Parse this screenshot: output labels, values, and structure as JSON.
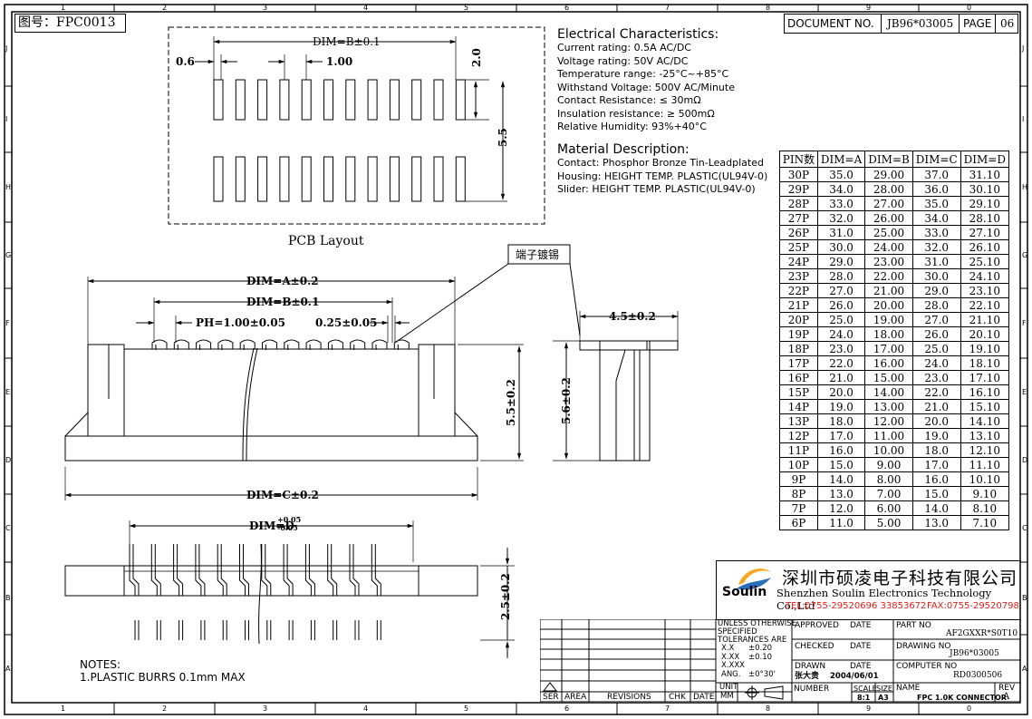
{
  "drawing_label": "图号：FPC0013",
  "document": {
    "label": "DOCUMENT NO.",
    "value": "JB96*03005",
    "page_label": "PAGE",
    "page_value": "06"
  },
  "border": {
    "cols": [
      "1",
      "2",
      "3",
      "4",
      "5",
      "6",
      "7",
      "8",
      "9",
      "0"
    ],
    "rows_left": [
      "J",
      "I",
      "H",
      "G",
      "F",
      "E",
      "D",
      "C",
      "B",
      "A"
    ]
  },
  "electrical": {
    "title": "Electrical Characteristics:",
    "lines": [
      "Current rating: 0.5A AC/DC",
      "Voltage rating: 50V  AC/DC",
      "Temperature range: -25°C~+85°C",
      "Withstand Voltage: 500V AC/Minute",
      "Contact Resistance: ≤ 30mΩ",
      "Insulation resistance: ≥ 500mΩ",
      "Relative Humidity: 93%+40°C"
    ]
  },
  "material": {
    "title": "Material Description:",
    "lines": [
      "Contact: Phosphor Bronze Tin-Leadplated",
      "Housing: HEIGHT TEMP. PLASTIC(UL94V-0)",
      "Slider: HEIGHT TEMP. PLASTIC(UL94V-0)"
    ]
  },
  "pin_table": {
    "headers": [
      "PIN数",
      "DIM=A",
      "DIM=B",
      "DIM=C",
      "DIM=D"
    ],
    "rows": [
      [
        "30P",
        "35.0",
        "29.00",
        "37.0",
        "31.10"
      ],
      [
        "29P",
        "34.0",
        "28.00",
        "36.0",
        "30.10"
      ],
      [
        "28P",
        "33.0",
        "27.00",
        "35.0",
        "29.10"
      ],
      [
        "27P",
        "32.0",
        "26.00",
        "34.0",
        "28.10"
      ],
      [
        "26P",
        "31.0",
        "25.00",
        "33.0",
        "27.10"
      ],
      [
        "25P",
        "30.0",
        "24.00",
        "32.0",
        "26.10"
      ],
      [
        "24P",
        "29.0",
        "23.00",
        "31.0",
        "25.10"
      ],
      [
        "23P",
        "28.0",
        "22.00",
        "30.0",
        "24.10"
      ],
      [
        "22P",
        "27.0",
        "21.00",
        "29.0",
        "23.10"
      ],
      [
        "21P",
        "26.0",
        "20.00",
        "28.0",
        "22.10"
      ],
      [
        "20P",
        "25.0",
        "19.00",
        "27.0",
        "21.10"
      ],
      [
        "19P",
        "24.0",
        "18.00",
        "26.0",
        "20.10"
      ],
      [
        "18P",
        "23.0",
        "17.00",
        "25.0",
        "19.10"
      ],
      [
        "17P",
        "22.0",
        "16.00",
        "24.0",
        "18.10"
      ],
      [
        "16P",
        "21.0",
        "15.00",
        "23.0",
        "17.10"
      ],
      [
        "15P",
        "20.0",
        "14.00",
        "22.0",
        "16.10"
      ],
      [
        "14P",
        "19.0",
        "13.00",
        "21.0",
        "15.10"
      ],
      [
        "13P",
        "18.0",
        "12.00",
        "20.0",
        "14.10"
      ],
      [
        "12P",
        "17.0",
        "11.00",
        "19.0",
        "13.10"
      ],
      [
        "11P",
        "16.0",
        "10.00",
        "18.0",
        "12.10"
      ],
      [
        "10P",
        "15.0",
        "9.00",
        "17.0",
        "11.10"
      ],
      [
        "9P",
        "14.0",
        "8.00",
        "16.0",
        "10.10"
      ],
      [
        "8P",
        "13.0",
        "7.00",
        "15.0",
        "9.10"
      ],
      [
        "7P",
        "12.0",
        "6.00",
        "14.0",
        "8.10"
      ],
      [
        "6P",
        "11.0",
        "5.00",
        "13.0",
        "7.10"
      ]
    ]
  },
  "labels": {
    "pcb_layout": "PCB Layout",
    "dim_b": "DIM=B±0.1",
    "dim_a": "DIM=A±0.2",
    "dim_c": "DIM=C±0.2",
    "dim_d": "DIM=D",
    "dim_d_tol_plus": "+0.05",
    "dim_d_tol_minus": "-0.05",
    "pcb_06": "0.6",
    "pcb_100": "1.00",
    "pcb_20": "2.0",
    "pcb_55": "5.5",
    "ph": "PH=1.00±0.05",
    "w025": "0.25±0.05",
    "h55": "5.5±0.2",
    "h56": "5.6±0.2",
    "w45": "4.5±0.2",
    "h25": "2.5±0.2",
    "tin_plating": "端子镀锡"
  },
  "notes": {
    "title": "NOTES:",
    "lines": [
      "1.PLASTIC  BURRS  0.1mm  MAX"
    ]
  },
  "company": {
    "logo_text": "Soulin",
    "name_cn": "深圳市硕凌电子科技有限公司",
    "name_en": "Shenzhen Soulin Electronics Technology Co.,Ltd",
    "tel": "TEL:0755-29520696  33853672",
    "fax": "FAX:0755-29520798"
  },
  "title_block": {
    "unless": [
      "UNLESS OTHERWISE",
      "SPECIFIED",
      "TOLERANCES ARE"
    ],
    "tol": [
      [
        "X.X",
        "±0.20"
      ],
      [
        "X.XX",
        "±0.10"
      ],
      [
        "X.XXX",
        ""
      ],
      [
        "ANG.",
        "±0°30'"
      ]
    ],
    "unit_label": "UNIT",
    "unit_value": "MM",
    "approved": "APPROVED",
    "checked": "CHECKED",
    "drawn": "DRAWN",
    "date": "DATE",
    "drawn_by": "张大贵",
    "drawn_date": "2004/06/01",
    "number": "NUMBER",
    "scale_label": "SCALE",
    "scale_value": "8:1",
    "size_label": "SIZE",
    "size_value": "A3",
    "name_label": "NAME",
    "name_value": "FPC 1.0K CONNECTOR",
    "rev_label": "REV",
    "rev_value": "A",
    "part_no_label": "PART NO",
    "part_no": "AF2GXXR*S0T10",
    "drawing_no_label": "DRAWING NO",
    "drawing_no": "JB96*03005",
    "computer_no_label": "COMPUTER NO",
    "computer_no": "RD0300506"
  },
  "revision_table": {
    "headers": [
      "SER",
      "AREA",
      "REVISIONS",
      "CHK",
      "DATE"
    ]
  }
}
